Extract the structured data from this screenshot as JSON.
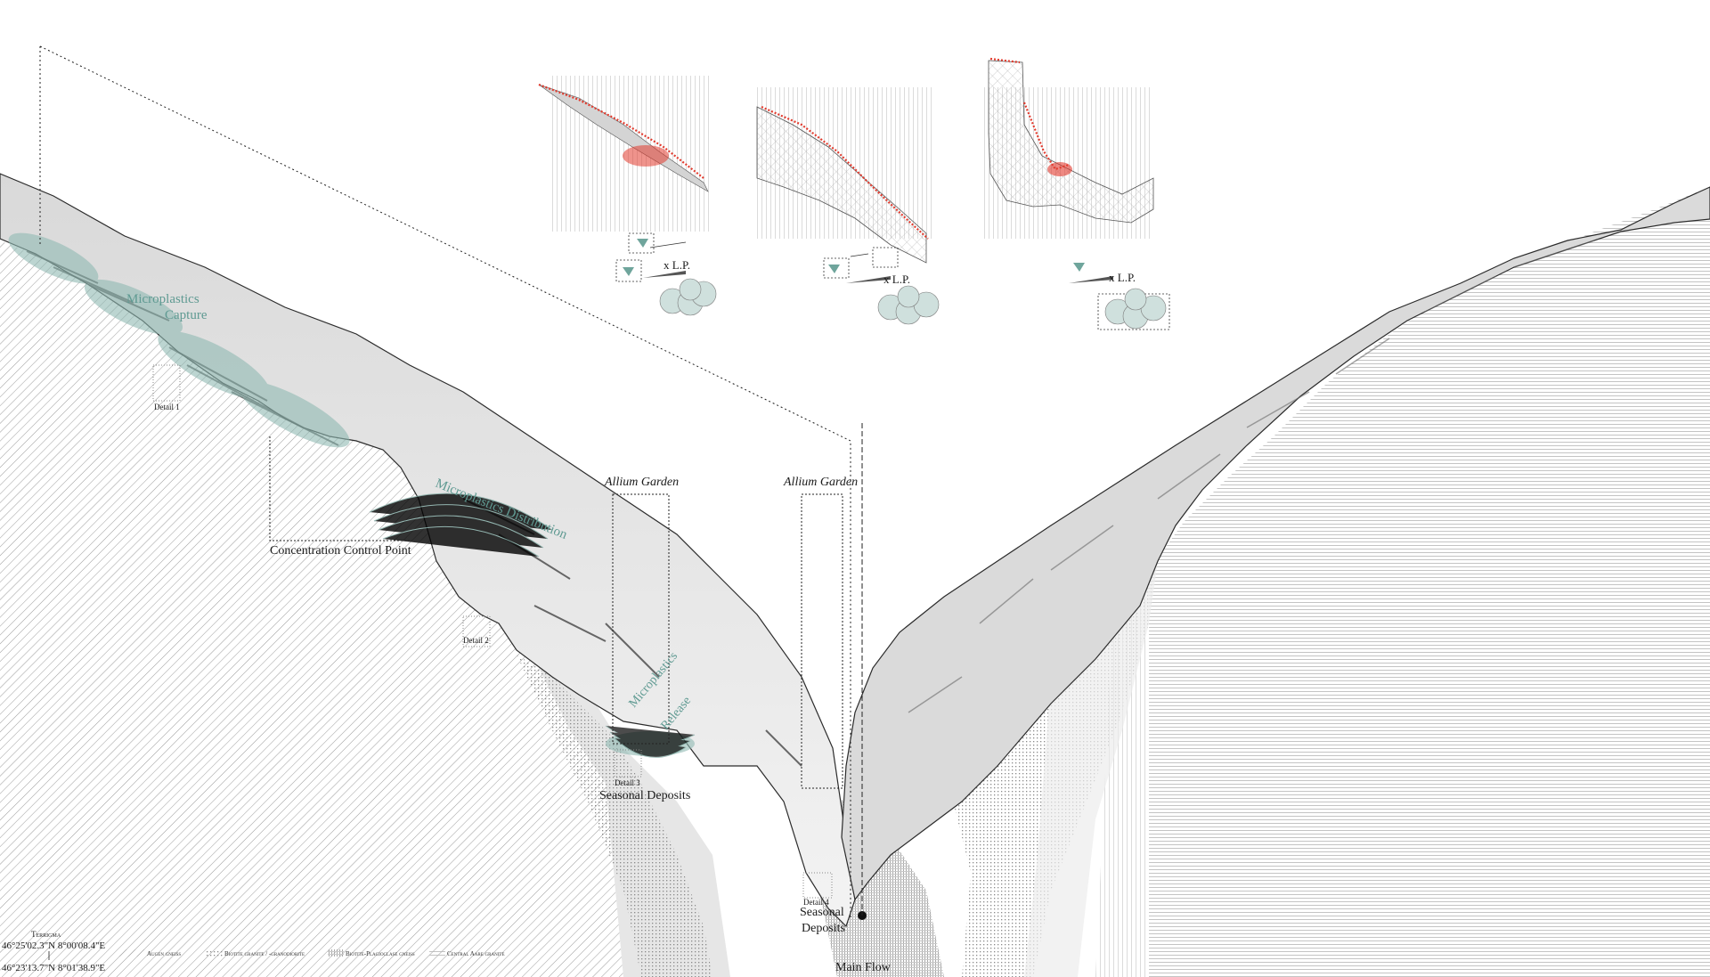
{
  "labels": {
    "microplastics_capture_line1": "Microplastics",
    "microplastics_capture_line2": "Capture",
    "microplastics_distribution": "Microplastics Distribution",
    "microplastics_release_line1": "Microplastics",
    "microplastics_release_line2": "Release",
    "concentration_control_point": "Concentration Control Point",
    "allium_garden_1": "Allium Garden",
    "allium_garden_2": "Allium Garden",
    "seasonal_deposits_1": "Seasonal Deposits",
    "seasonal_deposits_2_line1": "Seasonal",
    "seasonal_deposits_2_line2": "Deposits",
    "main_flow": "Main Flow",
    "detail_1": "Detail 1",
    "detail_2": "Detail 2",
    "detail_3": "Detail 3",
    "detail_4": "Detail 4"
  },
  "insets": [
    {
      "lp_label": "x L.P."
    },
    {
      "lp_label": "x L.P."
    },
    {
      "lp_label": "x L.P."
    }
  ],
  "coordinates": {
    "heading": "Terrigma",
    "top": "46°25'02.3\"N 8°00'08.4\"E",
    "bottom": "46°23'13.7\"N 8°01'38.9\"E"
  },
  "legend": [
    {
      "label": "Augen gneiss"
    },
    {
      "label": "Biotite granite / -granodiorite"
    },
    {
      "label": "Biotite-Plagioclase gneiss"
    },
    {
      "label": "Central Aare granite"
    }
  ],
  "colors": {
    "accent_green": "#5f9a92",
    "marker_red": "#e23b2e",
    "terrain_gray": "#9a9a9a"
  }
}
